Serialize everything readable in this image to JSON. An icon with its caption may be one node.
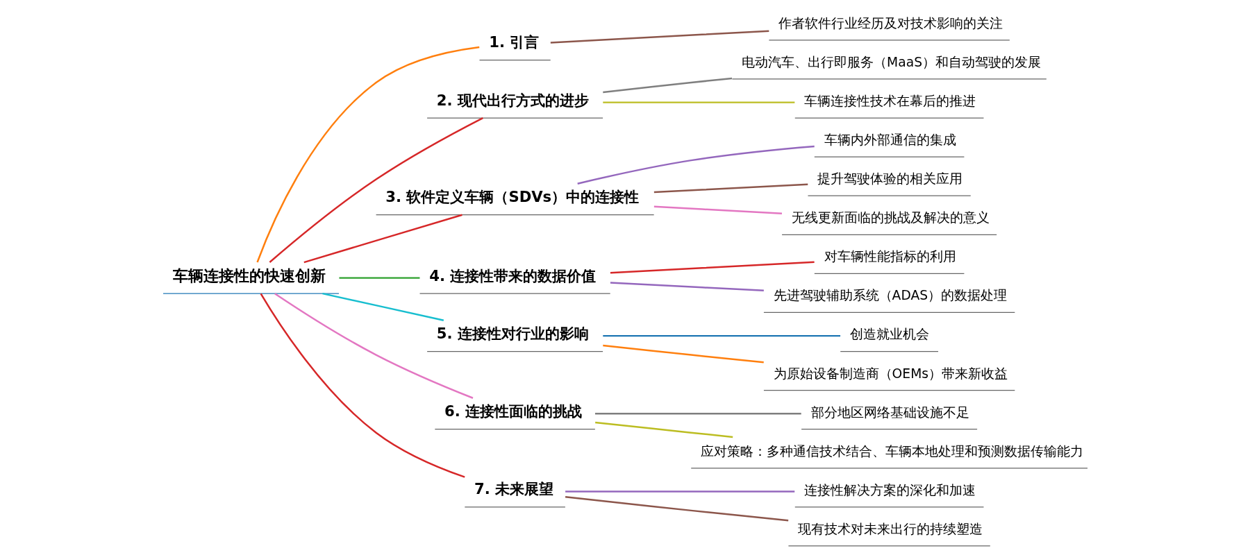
{
  "diagram": {
    "nodes": [
      {
        "text": [
          "车辆连接性的快速创新"
        ]
      },
      {
        "text": [
          "1. 引言"
        ]
      },
      {
        "text": [
          "作者软件行业经历及对技术影响的关注"
        ]
      },
      {
        "text": [
          "2. 现代出行方式的进步"
        ]
      },
      {
        "text": [
          "电动汽车、出行即服务（MaaS）和自动驾驶的发展"
        ]
      },
      {
        "text": [
          "车辆连接性技术在幕后的推进"
        ]
      },
      {
        "text": [
          "3. 软件定义车辆（SDVs）中的连接性"
        ]
      },
      {
        "text": [
          "车辆内外部通信的集成"
        ]
      },
      {
        "text": [
          "提升驾驶体验的相关应用"
        ]
      },
      {
        "text": [
          "无线更新面临的挑战及解决的意义"
        ]
      },
      {
        "text": [
          "4. 连接性带来的数据价值"
        ]
      },
      {
        "text": [
          "对车辆性能指标的利用"
        ]
      },
      {
        "text": [
          "先进驾驶辅助系统（ADAS）的数据处理"
        ]
      },
      {
        "text": [
          "5. 连接性对行业的影响"
        ]
      },
      {
        "text": [
          "创造就业机会"
        ]
      },
      {
        "text": [
          "为原始设备制造商（OEMs）带来新收益"
        ]
      },
      {
        "text": [
          "6. 连接性面临的挑战"
        ]
      },
      {
        "text": [
          "部分地区网络基础设施不足"
        ]
      },
      {
        "text": [
          "应对策略：多种通信技术结合、车辆本地处理和预测数据传输能力"
        ]
      },
      {
        "text": [
          "7. 未来展望"
        ]
      },
      {
        "text": [
          "连接性解决方案的深化和加速"
        ]
      },
      {
        "text": [
          "现有技术对未来出行的持续塑造"
        ]
      }
    ],
    "edges": [
      {
        "from": 0,
        "to": 1,
        "arrow": "none",
        "color": "#ff7f0e"
      },
      {
        "from": 1,
        "to": 2,
        "arrow": "none",
        "color": "#8c564b"
      },
      {
        "from": 0,
        "to": 3,
        "arrow": "none",
        "color": "#d62728"
      },
      {
        "from": 3,
        "to": 4,
        "arrow": "none",
        "color": "#7f7f7f"
      },
      {
        "from": 3,
        "to": 5,
        "arrow": "none",
        "color": "#bcbd22"
      },
      {
        "from": 0,
        "to": 6,
        "arrow": "none",
        "color": "#d62728"
      },
      {
        "from": 6,
        "to": 7,
        "arrow": "none",
        "color": "#9467bd"
      },
      {
        "from": 6,
        "to": 8,
        "arrow": "none",
        "color": "#8c564b"
      },
      {
        "from": 6,
        "to": 9,
        "arrow": "none",
        "color": "#e377c2"
      },
      {
        "from": 0,
        "to": 10,
        "arrow": "none",
        "color": "#2ca02c"
      },
      {
        "from": 10,
        "to": 11,
        "arrow": "none",
        "color": "#d62728"
      },
      {
        "from": 10,
        "to": 12,
        "arrow": "none",
        "color": "#9467bd"
      },
      {
        "from": 0,
        "to": 13,
        "arrow": "none",
        "color": "#17becf"
      },
      {
        "from": 13,
        "to": 14,
        "arrow": "none",
        "color": "#1f77b4"
      },
      {
        "from": 13,
        "to": 15,
        "arrow": "none",
        "color": "#ff7f0e"
      },
      {
        "from": 0,
        "to": 16,
        "arrow": "none",
        "color": "#e377c2"
      },
      {
        "from": 16,
        "to": 17,
        "arrow": "none",
        "color": "#7f7f7f"
      },
      {
        "from": 16,
        "to": 18,
        "arrow": "none",
        "color": "#bcbd22"
      },
      {
        "from": 0,
        "to": 19,
        "arrow": "none",
        "color": "#d62728"
      },
      {
        "from": 19,
        "to": 20,
        "arrow": "none",
        "color": "#9467bd"
      },
      {
        "from": 19,
        "to": 21,
        "arrow": "none",
        "color": "#8c564b"
      }
    ]
  }
}
